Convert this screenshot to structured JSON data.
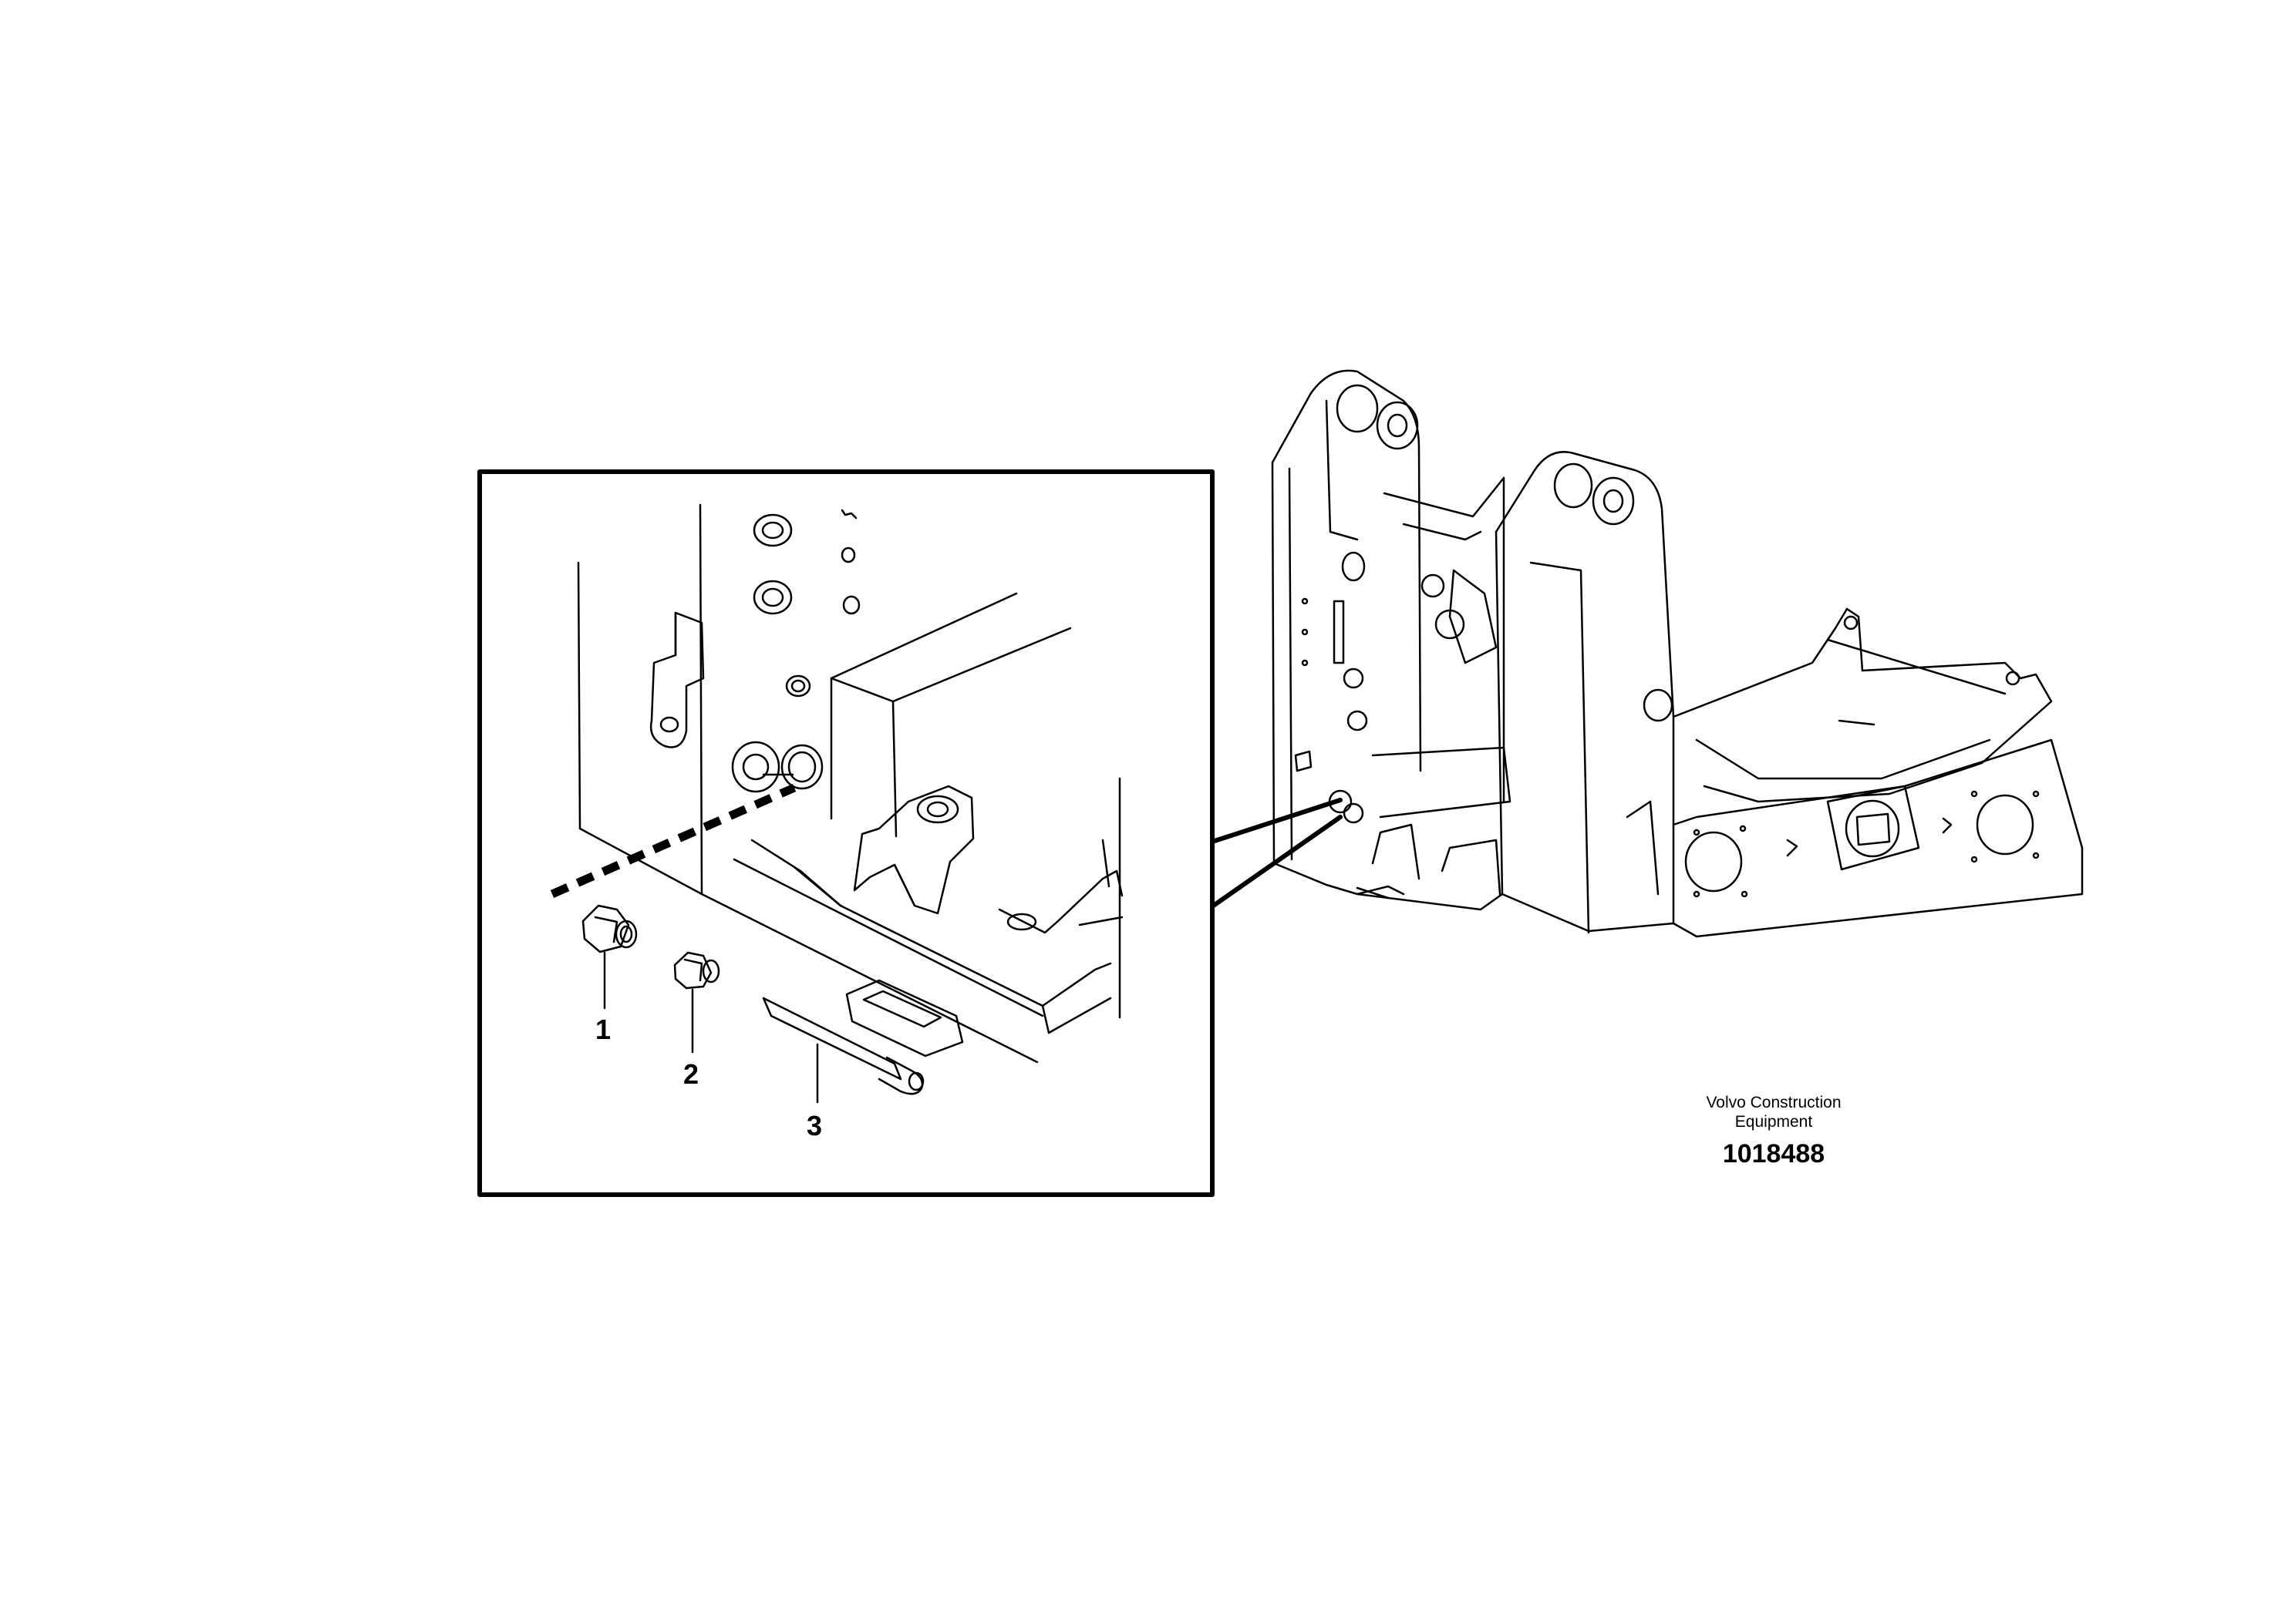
{
  "figure": {
    "publisher_line1": "Volvo Construction",
    "publisher_line2": "Equipment",
    "drawing_number": "1018488"
  },
  "callouts": [
    {
      "id": "1",
      "label": "1"
    },
    {
      "id": "2",
      "label": "2"
    },
    {
      "id": "3",
      "label": "3"
    }
  ],
  "colors": {
    "ink": "#000000",
    "paper": "#ffffff"
  }
}
